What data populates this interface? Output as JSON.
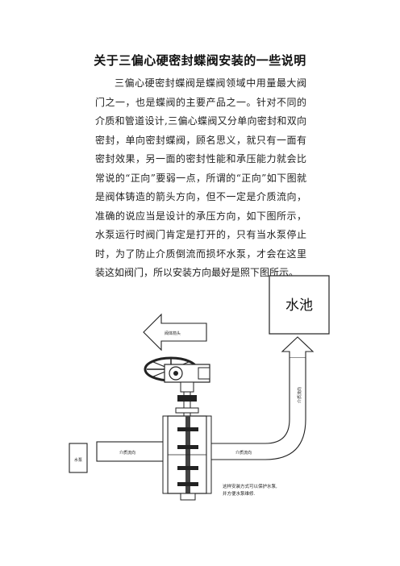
{
  "document": {
    "title": "关于三偏心硬密封蝶阀安装的一些说明",
    "paragraph": "三偏心硬密封蝶阀是蝶阀领域中用量最大阀门之一，也是蝶阀的主要产品之一。针对不同的介质和管道设计,三偏心蝶阀又分单向密封和双向密封，单向密封蝶阀，顾名思义，就只有一面有密封效果，另一面的密封性能和承压能力就会比常说的“正向”要弱一点，所谓的“正向”如下图就是阀体铸造的箭头方向，但不一定是介质流向，准确的说应当是设计的承压方向，如下图所示，水泵运行时阀门肯定是打开的，只有当水泵停止时，为了防止介质倒流而损坏水泵，才会在这里装这如阀门，所以安装方向最好是照下图所示。"
  },
  "figure": {
    "pool_label": "水池",
    "pump_label": "水泵",
    "valve_arrow_label": "阀体箭头",
    "flow_left_label": "介质流向",
    "flow_right_label": "介质流向",
    "flow_up_label": "介质流向",
    "note_line1": "这样安装方式可以保护水泵,",
    "note_line2": "并方便水泵维修."
  }
}
